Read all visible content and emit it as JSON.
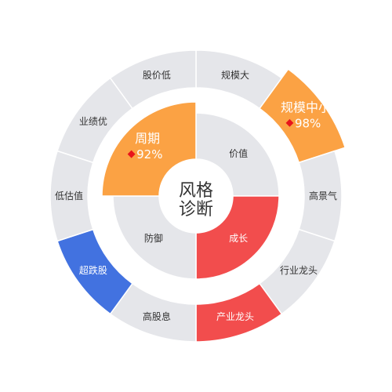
{
  "center": {
    "line1": "风格",
    "line2": "诊断"
  },
  "colors": {
    "base": "#e5e6ea",
    "orange": "#fba244",
    "red": "#f24d4d",
    "blue": "#4272e0",
    "text_dark": "#333333",
    "text_light": "#ffffff",
    "marker": "#e8141b"
  },
  "outer_ring": [
    {
      "label": "规模大",
      "color": "base"
    },
    {
      "label": "规模中小",
      "color": "orange",
      "highlight": true,
      "percent": "98%"
    },
    {
      "label": "高景气",
      "color": "base"
    },
    {
      "label": "行业龙头",
      "color": "base"
    },
    {
      "label": "产业龙头",
      "color": "red"
    },
    {
      "label": "高股息",
      "color": "base"
    },
    {
      "label": "超跌股",
      "color": "blue"
    },
    {
      "label": "低估值",
      "color": "base"
    },
    {
      "label": "业绩优",
      "color": "base"
    },
    {
      "label": "股价低",
      "color": "base"
    }
  ],
  "inner_ring": [
    {
      "label": "价值",
      "color": "base"
    },
    {
      "label": "成长",
      "color": "red"
    },
    {
      "label": "防御",
      "color": "base"
    },
    {
      "label": "周期",
      "color": "orange",
      "highlight": true,
      "percent": "92%"
    }
  ]
}
